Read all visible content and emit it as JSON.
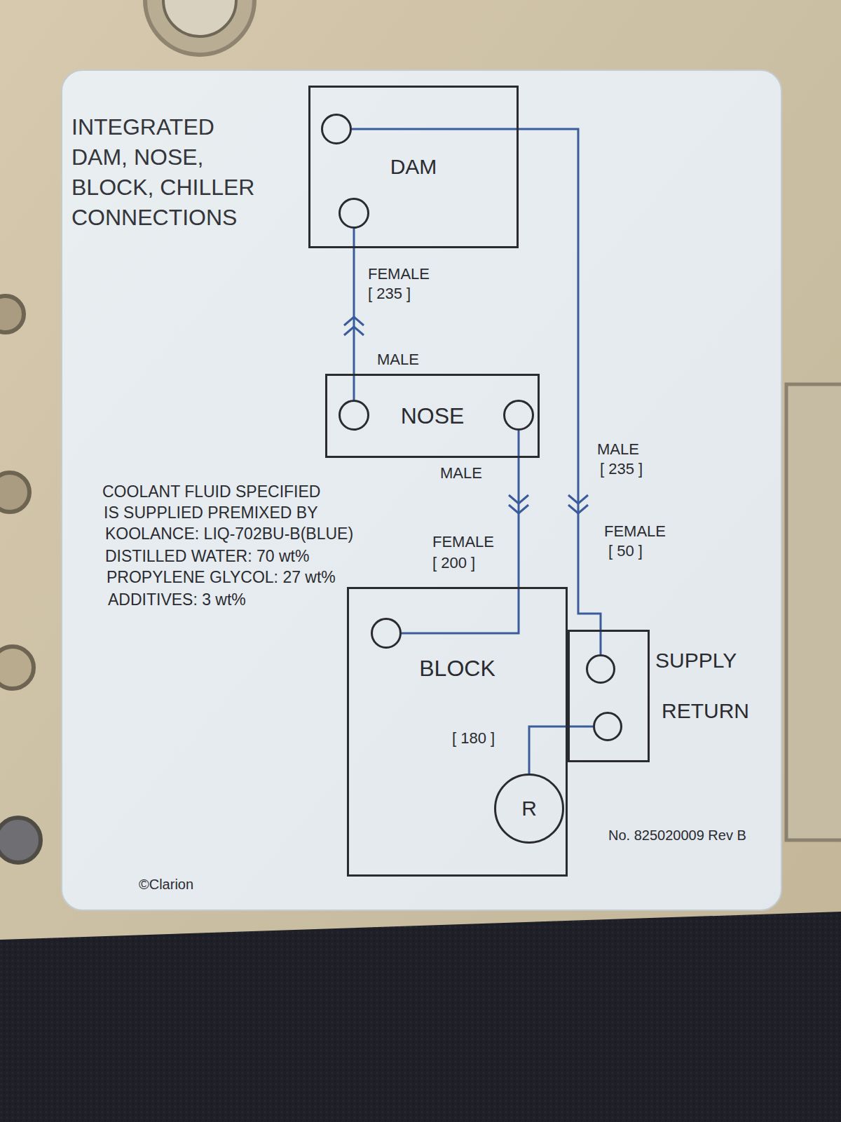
{
  "diagram": {
    "title": "INTEGRATED DAM, NOSE, BLOCK, CHILLER CONNECTIONS",
    "nodes": [
      {
        "text": [
          "DAM"
        ]
      },
      {
        "text": [
          "NOSE"
        ]
      },
      {
        "text": [
          "BLOCK"
        ]
      },
      {
        "text": [
          "R"
        ],
        "in": 2
      },
      {
        "text": [
          "SUPPLY",
          "RETURN"
        ]
      }
    ],
    "edges": [
      {
        "from": 0,
        "to": 4,
        "arrow": "none"
      },
      {
        "from": 0,
        "to": 1,
        "arrow": "none"
      },
      {
        "from": 1,
        "to": 2,
        "arrow": "none"
      },
      {
        "from": 4,
        "to": 3,
        "arrow": "none"
      }
    ],
    "labels": [
      "FEMALE",
      "[ 235 ]",
      "MALE",
      "MALE",
      "FEMALE",
      "[ 200 ]",
      "MALE",
      "[ 235 ]",
      "FEMALE",
      "[ 50 ]",
      "[ 180 ]",
      "COOLANT FLUID SPECIFIED",
      "IS SUPPLIED PREMIXED BY",
      "KOOLANCE: LIQ-702BU-B(BLUE)",
      "DISTILLED WATER: 70 wt%",
      "PROPYLENE GLYCOL: 27 wt%",
      "ADDITIVES: 3 wt%",
      "No. 825020009 Rev B",
      "©Clarion"
    ]
  }
}
